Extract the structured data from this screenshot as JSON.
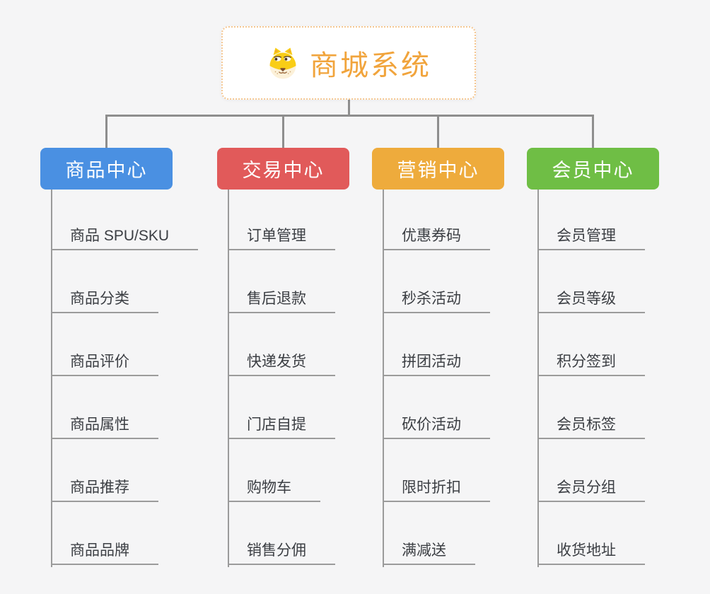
{
  "root": {
    "title": "商城系统",
    "icon": "doge-icon",
    "title_color": "#f1a43c",
    "border_color": "#f5c791"
  },
  "branches": [
    {
      "label": "商品中心",
      "color": "#4a90e2",
      "items": [
        "商品 SPU/SKU",
        "商品分类",
        "商品评价",
        "商品属性",
        "商品推荐",
        "商品品牌"
      ]
    },
    {
      "label": "交易中心",
      "color": "#e15a5a",
      "items": [
        "订单管理",
        "售后退款",
        "快递发货",
        "门店自提",
        "购物车",
        "销售分佣"
      ]
    },
    {
      "label": "营销中心",
      "color": "#eeab3c",
      "items": [
        "优惠券码",
        "秒杀活动",
        "拼团活动",
        "砍价活动",
        "限时折扣",
        "满减送"
      ]
    },
    {
      "label": "会员中心",
      "color": "#6fbe45",
      "items": [
        "会员管理",
        "会员等级",
        "积分签到",
        "会员标签",
        "会员分组",
        "收货地址"
      ]
    }
  ],
  "colors": {
    "background": "#f5f5f6",
    "connector": "#8e8e8e",
    "topic_underline": "#9b9b9b",
    "topic_text": "#3b3e43"
  }
}
